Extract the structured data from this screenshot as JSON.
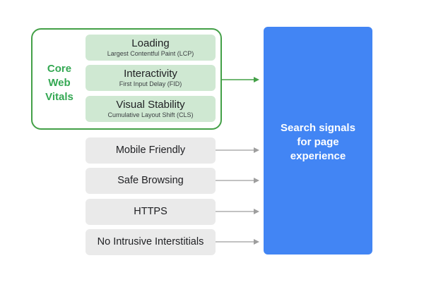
{
  "core_web_vitals": {
    "label_lines": [
      "Core",
      "Web",
      "Vitals"
    ],
    "metrics": [
      {
        "title": "Loading",
        "subtitle": "Largest Contentful Paint (LCP)"
      },
      {
        "title": "Interactivity",
        "subtitle": "First Input Delay (FID)"
      },
      {
        "title": "Visual Stability",
        "subtitle": "Cumulative Layout Shift (CLS)"
      }
    ]
  },
  "other_signals": [
    {
      "label": "Mobile Friendly"
    },
    {
      "label": "Safe Browsing"
    },
    {
      "label": "HTTPS"
    },
    {
      "label": "No Intrusive Interstitials"
    }
  ],
  "target": {
    "label_lines": [
      "Search signals",
      "for page",
      "experience"
    ]
  },
  "colors": {
    "core_web_vitals_border": "#43a047",
    "core_web_vitals_text": "#34a853",
    "metric_fill": "#cfe8d2",
    "signal_fill": "#eaeaea",
    "target_fill": "#4285f4",
    "arrow_green": "#43a047",
    "arrow_gray": "#9e9e9e"
  }
}
